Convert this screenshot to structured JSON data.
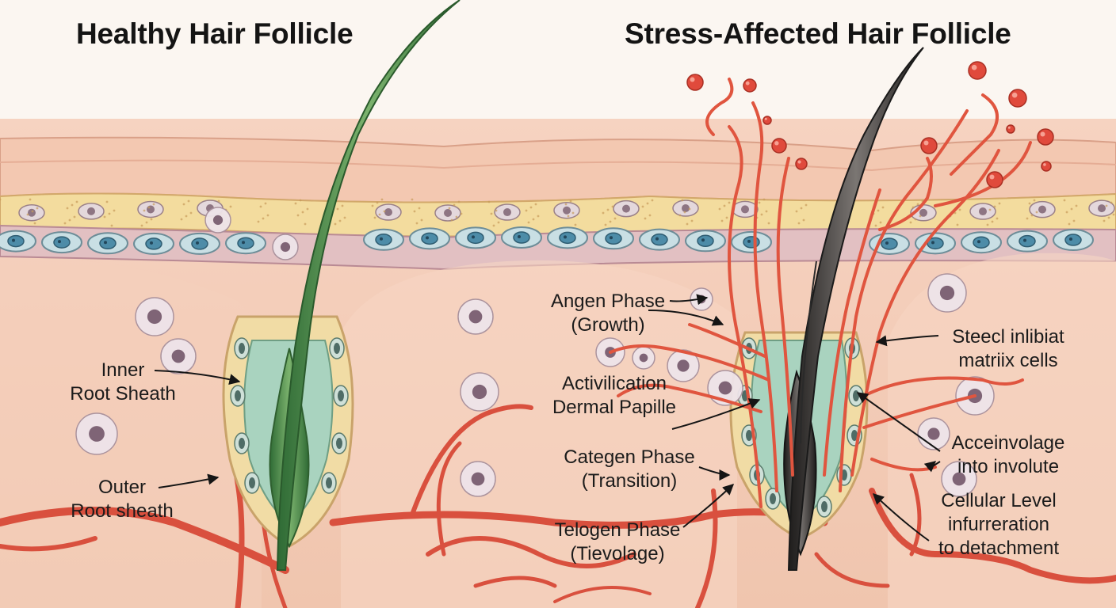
{
  "titles": {
    "left": "Healthy Hair Follicle",
    "right": "Stress-Affected Hair Follicle"
  },
  "labels": {
    "inner_root_sheath": [
      "Inner",
      "Root Sheath"
    ],
    "outer_root_sheath": [
      "Outer",
      "Root sheath"
    ],
    "angen_phase": [
      "Angen Phase",
      "(Growth)"
    ],
    "activilication": [
      "Activilication",
      "Dermal Papille"
    ],
    "categen_phase": [
      "Categen Phase",
      "(Transition)"
    ],
    "telogen_phase": [
      "Telogen Phase",
      "(Tievolage)"
    ],
    "steecl_inlibiat": [
      "Steecl inlibiat",
      "matriix  cells"
    ],
    "acceinvolage": [
      "Acceinvolage",
      "into involute"
    ],
    "cellular_level": [
      "Cellular Level",
      "infurreration",
      "to detachment"
    ]
  },
  "colors": {
    "dermis": "#f2c9b4",
    "epidermis": "#f0c0a8",
    "fat_layer": "#f4dc9a",
    "basal_cells": "#c9dfe4",
    "nuclei": "#4d8ca8",
    "vessels": "#d9503e",
    "healthy_hair": "#4a8a4a",
    "stressed_hair": "#3d3a38",
    "stress_molecules": "#e04a3c"
  },
  "icons": [
    "arrow-icon",
    "stress-molecule-icon",
    "cell-icon"
  ]
}
